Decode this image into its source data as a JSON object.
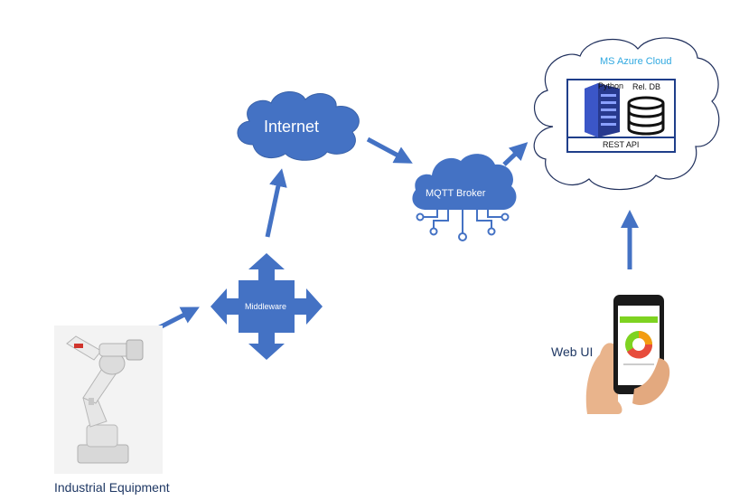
{
  "nodes": {
    "internet": "Internet",
    "mqtt_broker": "MQTT Broker",
    "middleware": "Middleware",
    "cloud": {
      "title": "MS Azure Cloud",
      "python": "Python",
      "rel_db": "Rel. DB",
      "rest_api": "REST API"
    },
    "web_ui": "Web UI",
    "industrial_equipment": "Industrial Equipment"
  },
  "colors": {
    "arrow": "#4472c4",
    "cloud_fill": "#4472c4",
    "azure_text": "#2fa8e0",
    "caption_text": "#1f3864",
    "phone_status": "#7ed321"
  },
  "icons": {
    "industrial_equipment": "robot-arm-icon",
    "python": "server-icon",
    "rel_db": "database-icon",
    "web_ui": "hand-smartphone-icon"
  }
}
